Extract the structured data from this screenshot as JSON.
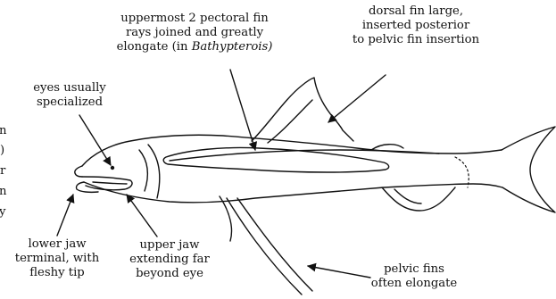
{
  "labels": {
    "pectoral_rays": {
      "line1": "uppermost 2 pectoral fin",
      "line2": "rays joined and greatly",
      "line3_prefix": "elongate (in ",
      "line3_genus": "Bathypterois)"
    },
    "dorsal_fin": {
      "line1": "dorsal fin large,",
      "line2": "inserted posterior",
      "line3": "to pelvic fin insertion"
    },
    "eyes": {
      "line1": "eyes usually",
      "line2": "specialized"
    },
    "lower_jaw": {
      "line1": "lower jaw",
      "line2": "terminal, with",
      "line3": "fleshy tip"
    },
    "upper_jaw": {
      "line1": "upper jaw",
      "line2": "extending  far",
      "line3": "beyond eye"
    },
    "pelvic_fins": {
      "line1": "pelvic fins",
      "line2": "often elongate"
    }
  },
  "cropped_edge_text": [
    "n",
    ")",
    "r",
    "n",
    "y"
  ],
  "colors": {
    "ink": "#111111",
    "background": "#ffffff"
  }
}
